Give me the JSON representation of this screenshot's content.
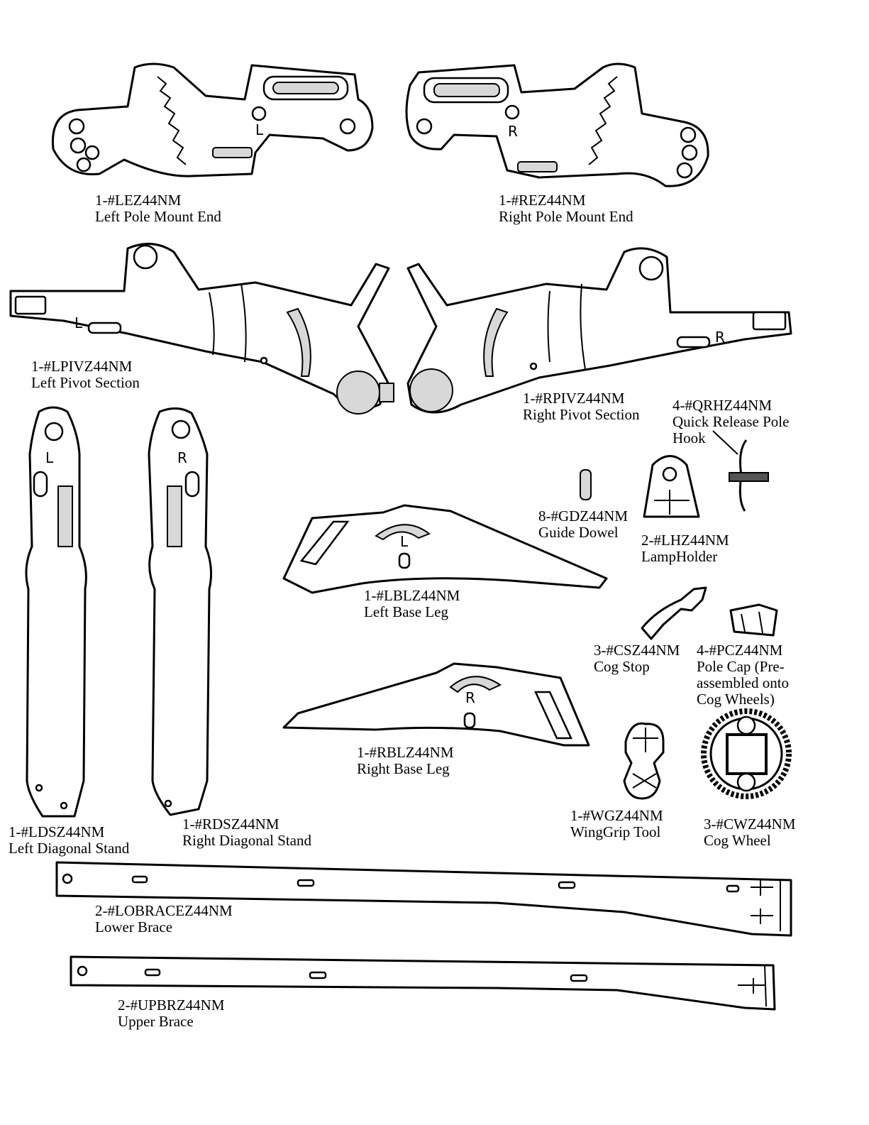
{
  "parts": [
    {
      "id": "lez",
      "code": "1-#LEZ44NM",
      "name": [
        "Left Pole Mount End"
      ],
      "marking": "L"
    },
    {
      "id": "rez",
      "code": "1-#REZ44NM",
      "name": [
        "Right Pole Mount End"
      ],
      "marking": "R"
    },
    {
      "id": "lpivz",
      "code": "1-#LPIVZ44NM",
      "name": [
        "Left Pivot Section"
      ],
      "marking": "L"
    },
    {
      "id": "rpivz",
      "code": "1-#RPIVZ44NM",
      "name": [
        "Right Pivot Section"
      ],
      "marking": "R"
    },
    {
      "id": "qrhz",
      "code": "4-#QRHZ44NM",
      "name": [
        "Quick Release Pole",
        "Hook"
      ]
    },
    {
      "id": "gdz",
      "code": "8-#GDZ44NM",
      "name": [
        "Guide Dowel"
      ]
    },
    {
      "id": "lhz",
      "code": "2-#LHZ44NM",
      "name": [
        "LampHolder"
      ]
    },
    {
      "id": "lblz",
      "code": "1-#LBLZ44NM",
      "name": [
        "Left Base Leg"
      ],
      "marking": "L"
    },
    {
      "id": "csz",
      "code": "3-#CSZ44NM",
      "name": [
        "Cog Stop"
      ]
    },
    {
      "id": "pcz",
      "code": "4-#PCZ44NM",
      "name": [
        "Pole Cap (Pre-",
        "assembled onto",
        "Cog Wheels)"
      ]
    },
    {
      "id": "rblz",
      "code": "1-#RBLZ44NM",
      "name": [
        "Right Base Leg"
      ],
      "marking": "R"
    },
    {
      "id": "ldsz",
      "code": "1-#LDSZ44NM",
      "name": [
        "Left Diagonal Stand"
      ],
      "marking": "L"
    },
    {
      "id": "rdsz",
      "code": "1-#RDSZ44NM",
      "name": [
        "Right Diagonal Stand"
      ],
      "marking": "R"
    },
    {
      "id": "wgz",
      "code": "1-#WGZ44NM",
      "name": [
        "WingGrip Tool"
      ]
    },
    {
      "id": "cwz",
      "code": "3-#CWZ44NM",
      "name": [
        "Cog Wheel"
      ]
    },
    {
      "id": "lobracez",
      "code": "2-#LOBRACEZ44NM",
      "name": [
        "Lower Brace"
      ]
    },
    {
      "id": "upbrz",
      "code": "2-#UPBRZ44NM",
      "name": [
        "Upper Brace"
      ]
    }
  ]
}
